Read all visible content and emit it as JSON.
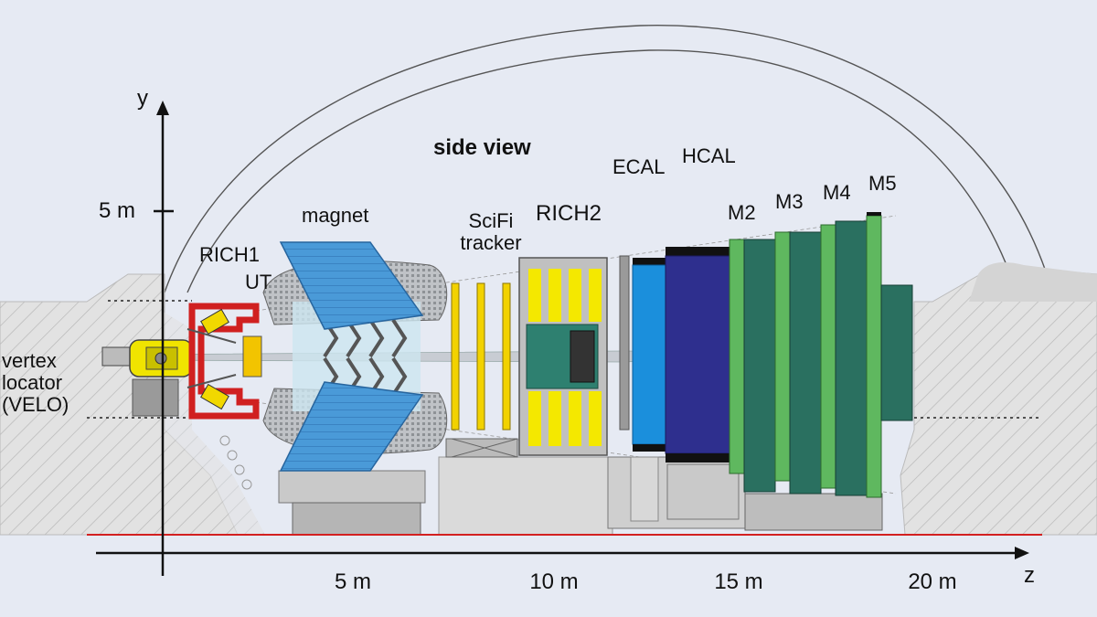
{
  "title": "side view",
  "axes": {
    "y_label": "y",
    "z_label": "z",
    "y_tick": "5 m",
    "z_ticks": [
      "5 m",
      "10 m",
      "15 m",
      "20 m"
    ]
  },
  "detectors": {
    "velo": "vertex\nlocator\n(VELO)",
    "rich1": "RICH1",
    "ut": "UT",
    "magnet": "magnet",
    "scifi": "SciFi\ntracker",
    "rich2": "RICH2",
    "ecal": "ECAL",
    "hcal": "HCAL",
    "m2": "M2",
    "m3": "M3",
    "m4": "M4",
    "m5": "M5"
  },
  "colors": {
    "background": "#e6eaf3",
    "magnet": "#3a8fd0",
    "rich": "#f4e800",
    "ecal": "#1b8fdc",
    "hcal": "#2e2f8e",
    "muon_light": "#5fb85f",
    "muon_dark": "#2a7060",
    "floor_line": "#d32020",
    "cavern": "#e0e0e0"
  }
}
